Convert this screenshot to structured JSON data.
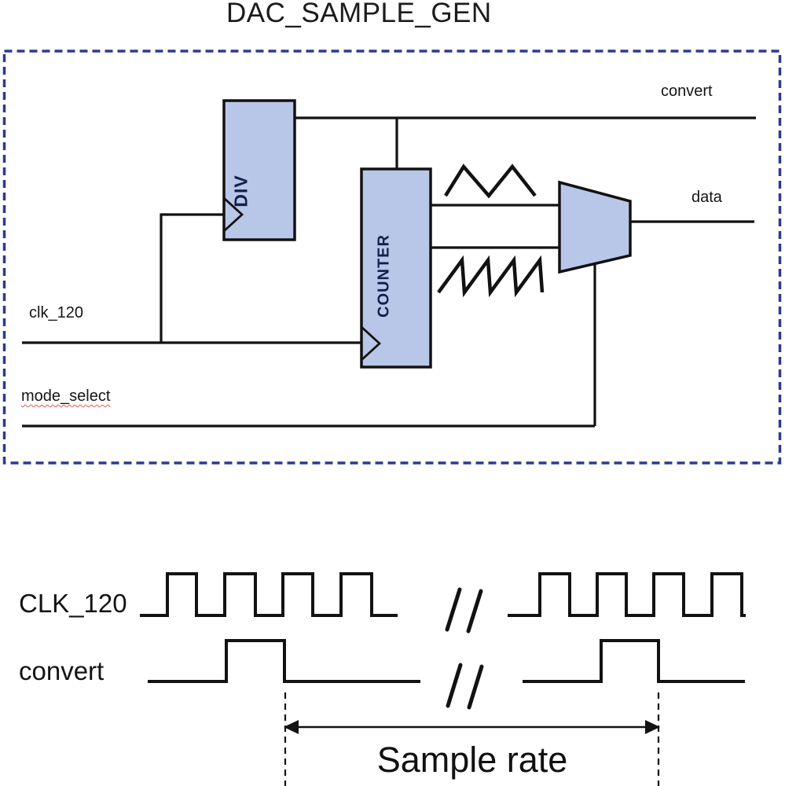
{
  "title": "DAC_SAMPLE_GEN",
  "colors": {
    "block_fill": "#b8c7e8",
    "block_stroke": "#121212",
    "wire": "#121212",
    "dashed_border": "#2c3b90",
    "text": "#1c1c1c",
    "spellcheck_underline": "#e05a5a"
  },
  "blocks": {
    "div": {
      "label": "DIV"
    },
    "counter": {
      "label": "COUNTER"
    },
    "mux": {
      "label": ""
    }
  },
  "signals": {
    "convert": "convert",
    "data": "data",
    "clk": "clk_120",
    "mode_select": "mode_select"
  },
  "timing": {
    "clk_row_label": "CLK_120",
    "convert_row_label": "convert",
    "sample_rate_label": "Sample rate",
    "break_symbol": "//",
    "clk_pulses_per_segment": 4,
    "convert_pulses_per_segment": 1
  }
}
